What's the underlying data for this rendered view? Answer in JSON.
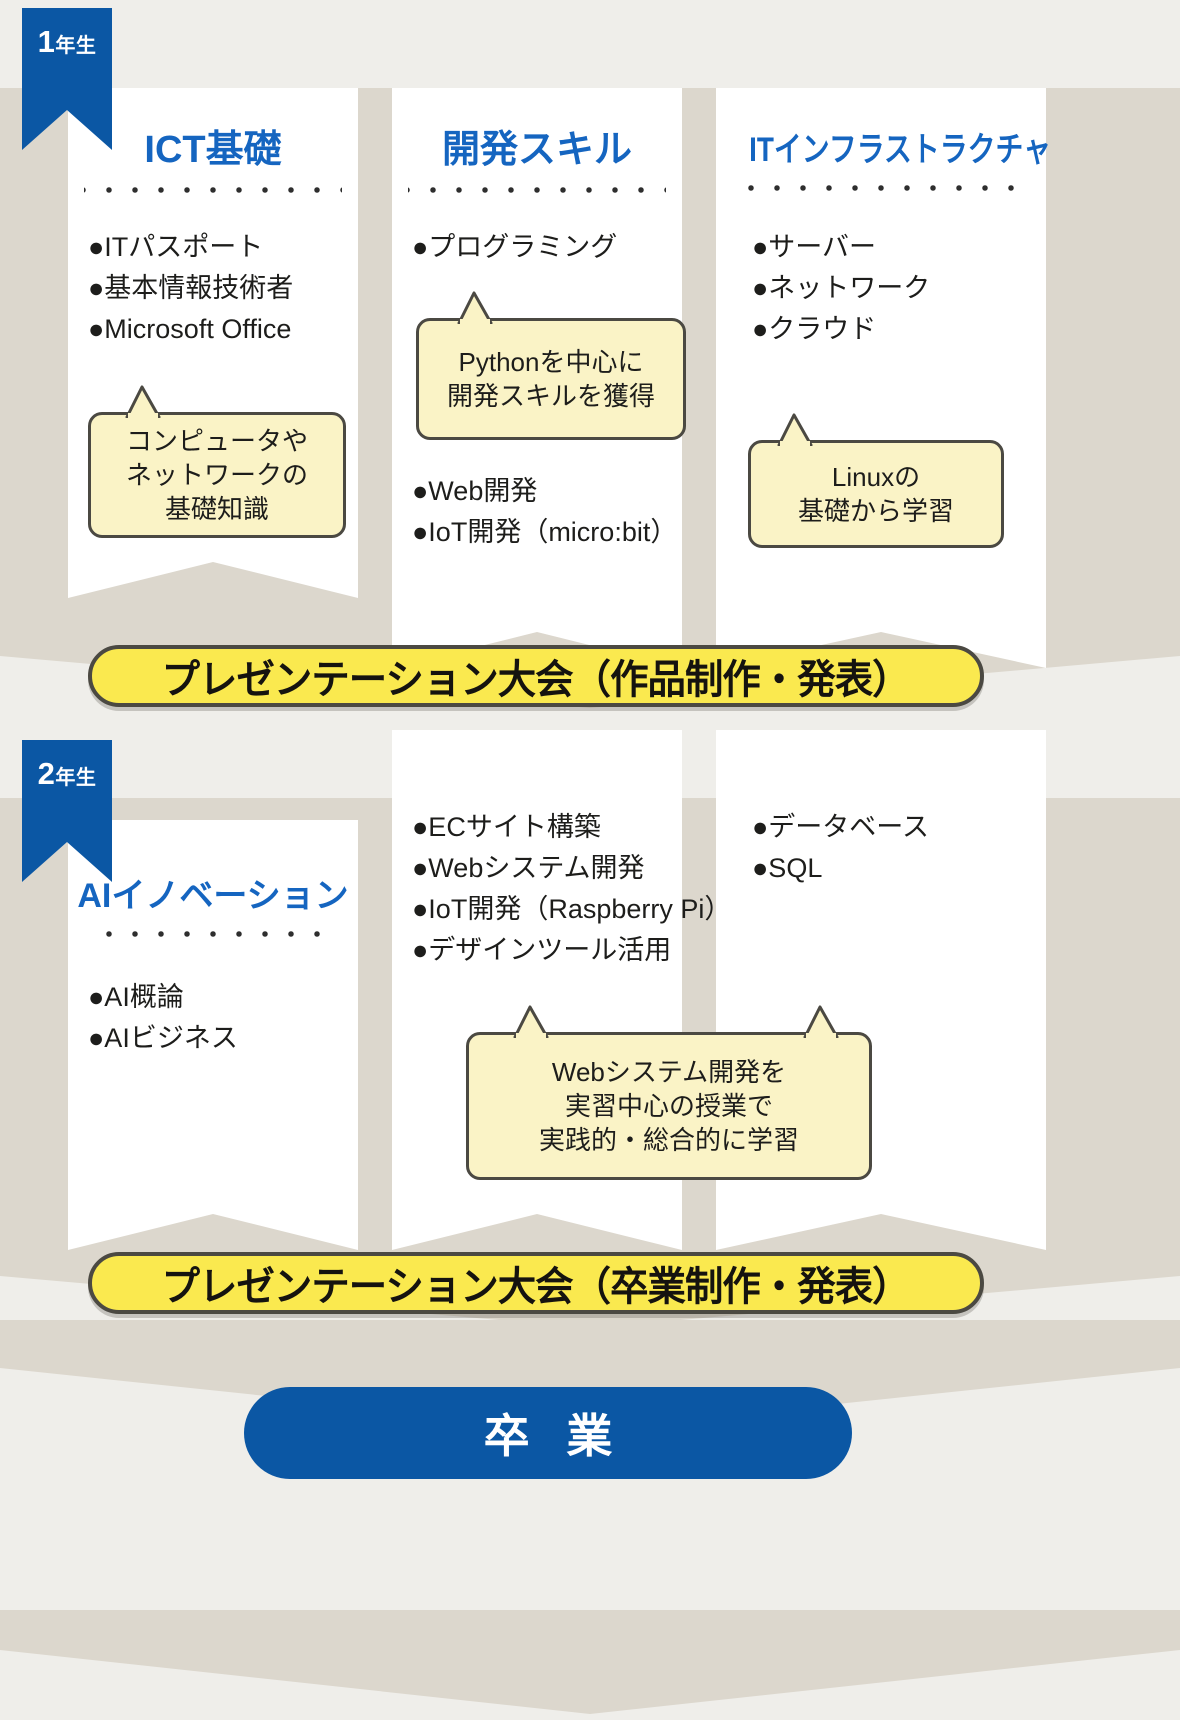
{
  "years": [
    {
      "badge_num": "1",
      "badge_suffix": "年生",
      "columns": [
        {
          "title": "ICT基礎",
          "items": [
            "●ITパスポート",
            "●基本情報技術者",
            "●Microsoft Office"
          ],
          "callout": "コンピュータや\nネットワークの\n基礎知識"
        },
        {
          "title": "開発スキル",
          "items_top": [
            "●プログラミング"
          ],
          "callout": "Pythonを中心に\n開発スキルを獲得",
          "items_bottom": [
            "●Web開発",
            "●IoT開発（micro:bit）"
          ]
        },
        {
          "title": "ITインフラストラクチャ",
          "items": [
            "●サーバー",
            "●ネットワーク",
            "●クラウド"
          ],
          "callout": "Linuxの\n基礎から学習"
        }
      ],
      "banner": "プレゼンテーション大会（作品制作・発表）"
    },
    {
      "badge_num": "2",
      "badge_suffix": "年生",
      "columns": [
        {
          "title": "AIイノベーション",
          "items": [
            "●AI概論",
            "●AIビジネス"
          ]
        },
        {
          "items": [
            "●ECサイト構築",
            "●Webシステム開発",
            "●IoT開発（Raspberry Pi）",
            "●デザインツール活用"
          ],
          "callout": "Webシステム開発を\n実習中心の授業で\n実践的・総合的に学習"
        },
        {
          "items": [
            "●データベース",
            "●SQL"
          ]
        }
      ],
      "banner": "プレゼンテーション大会（卒業制作・発表）"
    }
  ],
  "graduation": "卒 業",
  "colors": {
    "brand_blue": "#0b57a4",
    "title_blue": "#1565c0",
    "banner_yellow": "#fae94f",
    "callout_yellow": "#faf3c6",
    "band_dark": "#dcd7cd",
    "band_light": "#efeeea",
    "outline": "#4b4942"
  }
}
